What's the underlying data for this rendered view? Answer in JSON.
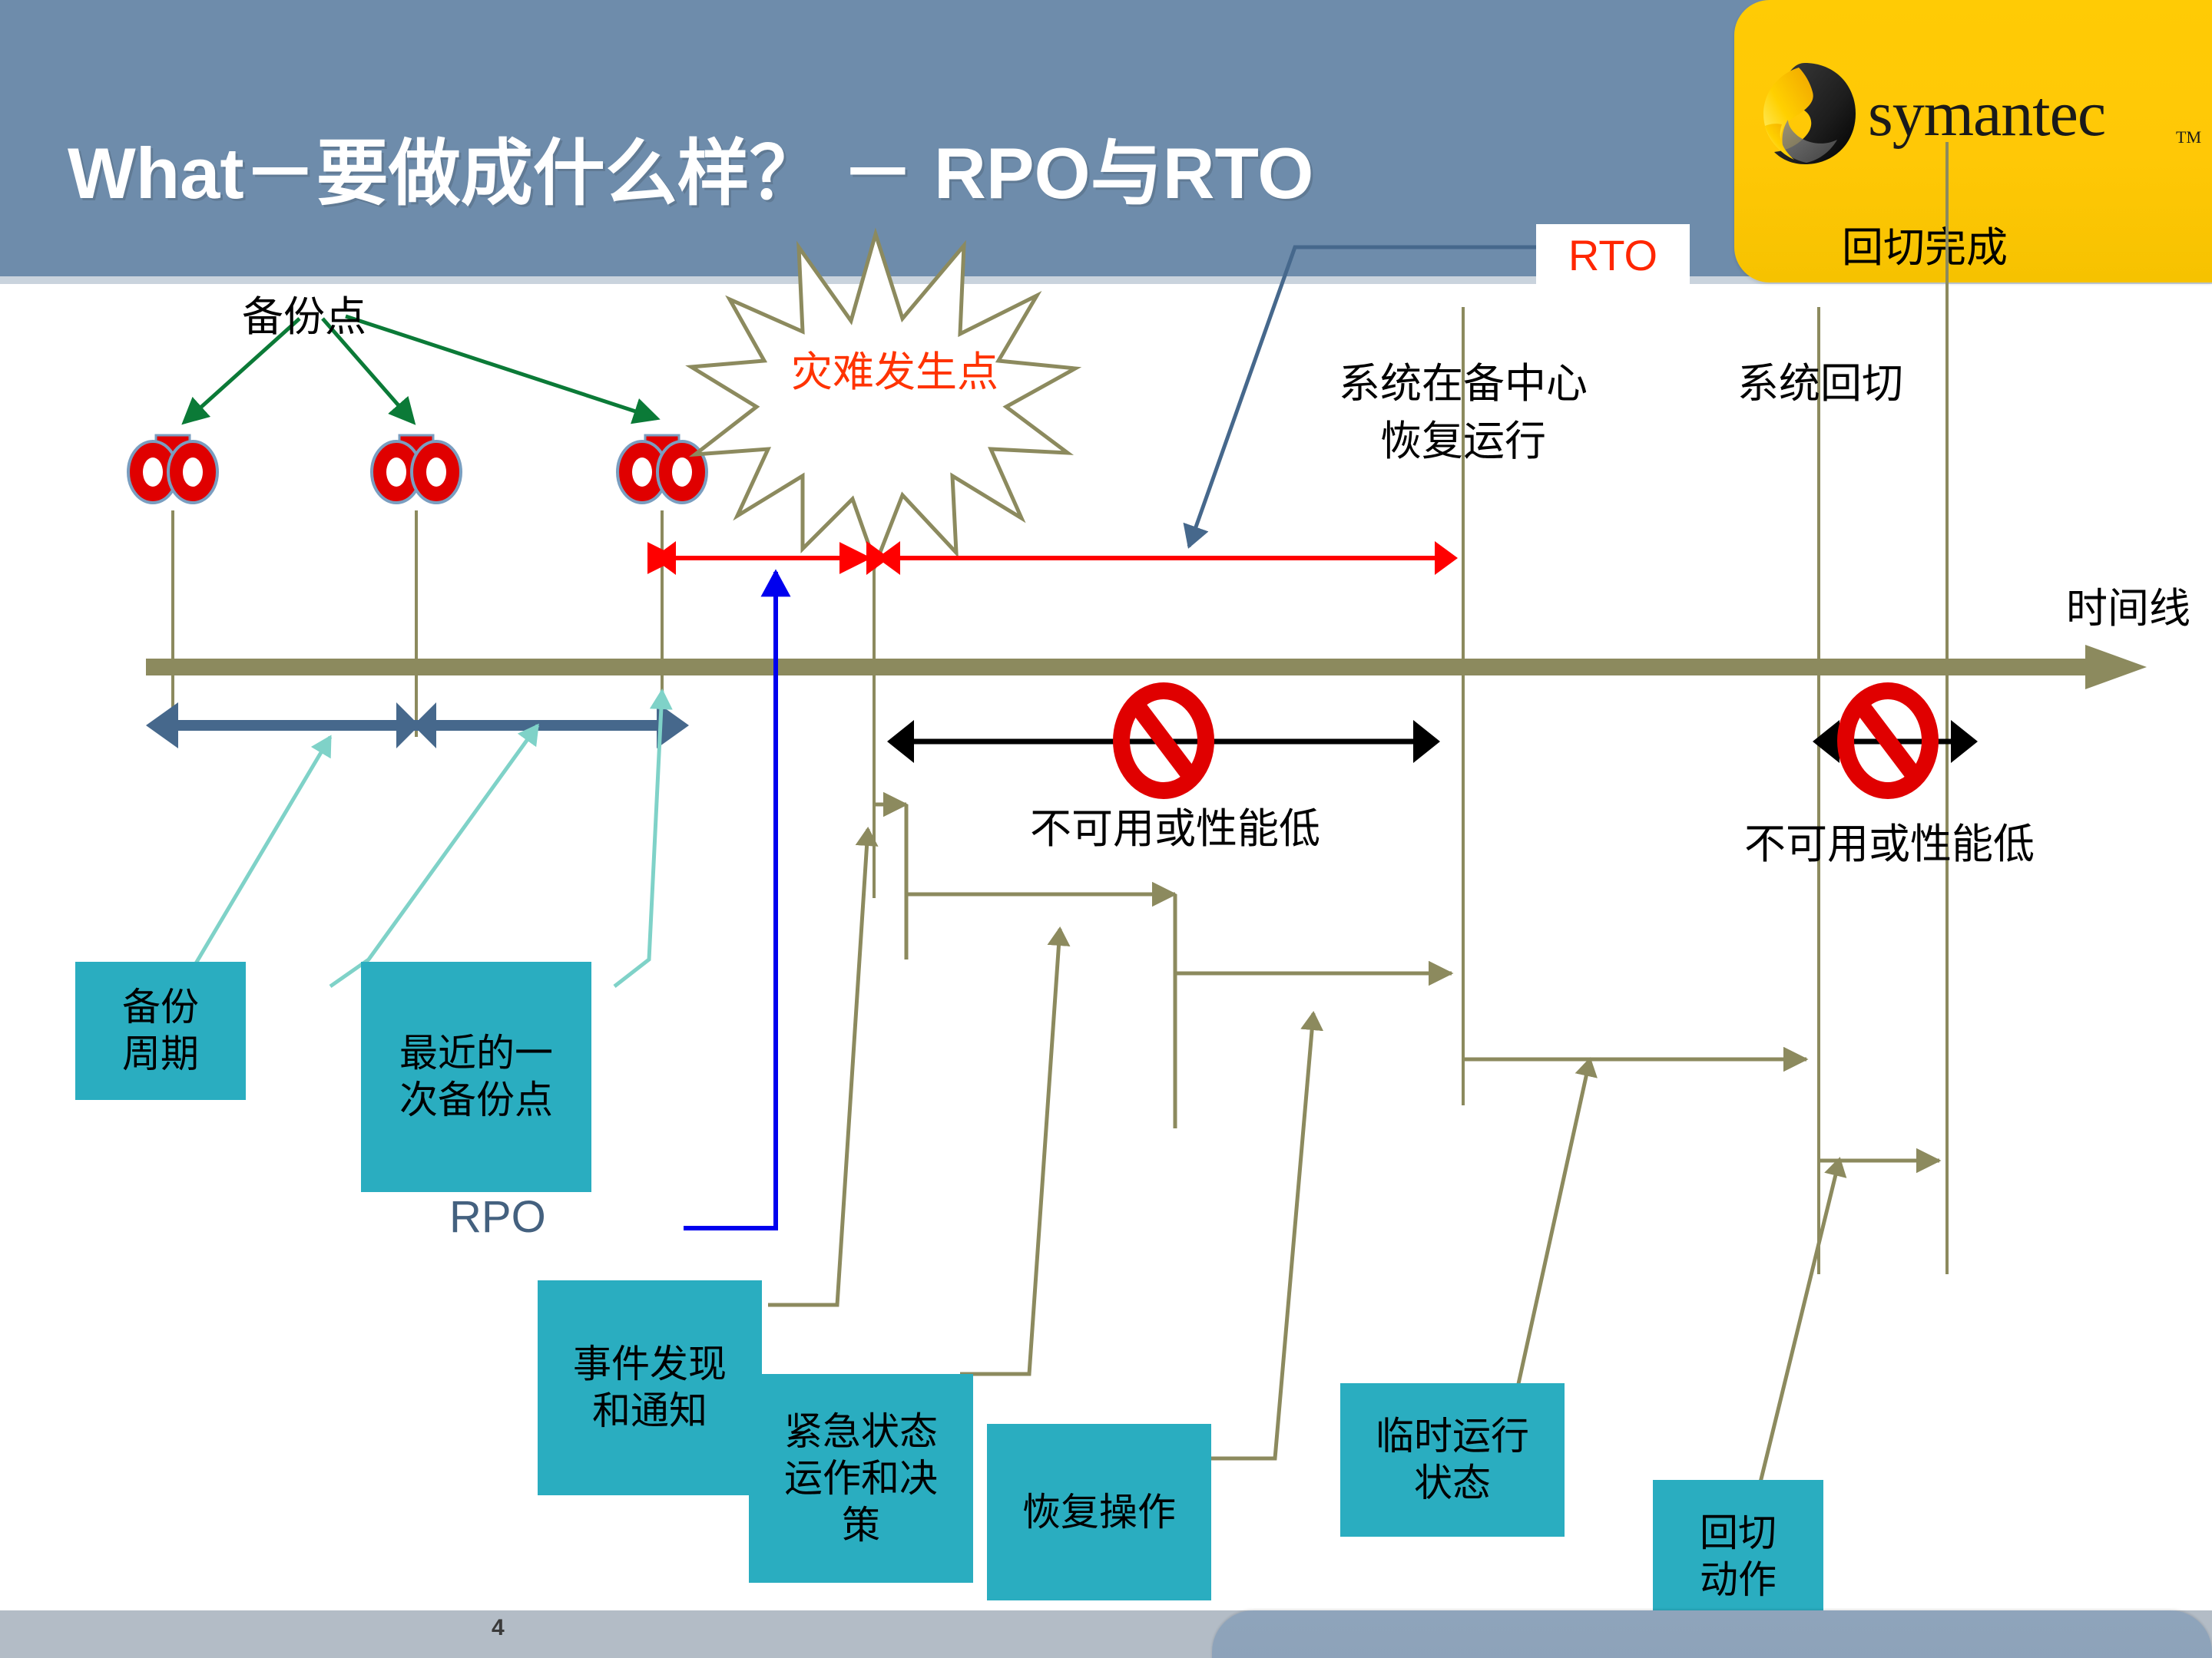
{
  "slide": {
    "title": "What－要做成什么样？ －  RPO与RTO",
    "page_number": "4"
  },
  "brand": {
    "name": "symantec",
    "tm": "TM",
    "caption": "回切完成",
    "plate_color": "#ffcb05",
    "header_color": "#6e8cab"
  },
  "labels": {
    "backup_points": "备份点",
    "disaster_point": "灾难发生点",
    "rto": "RTO",
    "rpo": "RPO",
    "system_recovered_at_dr": "系统在备中心\n恢复运行",
    "system_recovered_line1": "系统在备中心",
    "system_recovered_line2": "恢复运行",
    "system_failback": "系统回切",
    "timeline": "时间线",
    "unavailable_1": "不可用或性能低",
    "unavailable_2": "不可用或性能低"
  },
  "boxes": [
    {
      "id": "backup-cycle",
      "line1": "备份",
      "line2": "周期",
      "line3": ""
    },
    {
      "id": "latest-backup",
      "line1": "最近的一",
      "line2": "次备份点",
      "line3": ""
    },
    {
      "id": "event-detection",
      "line1": "事件发现",
      "line2": "和通知",
      "line3": ""
    },
    {
      "id": "emergency-ops",
      "line1": "紧急状态",
      "line2": "运作和决",
      "line3": "策"
    },
    {
      "id": "recovery-ops",
      "line1": "恢复操作",
      "line2": "",
      "line3": ""
    },
    {
      "id": "temporary-running",
      "line1": "临时运行",
      "line2": "状态",
      "line3": ""
    },
    {
      "id": "failback-action",
      "line1": "回切",
      "line2": "动作",
      "line3": ""
    }
  ],
  "colors": {
    "teal_box": "#2aadc0",
    "timeline_olive": "#8c8a5e",
    "rpo_red_arrow": "#ff0000",
    "rto_blue_arrow": "#46688c",
    "backup_green_arrow": "#0b7a37",
    "backup_cycle_arrow": "#4a6783",
    "aqua_leader": "#7fd2c8",
    "rpo_blue_leader": "#0000ee",
    "prohibit_red": "#e00000",
    "disaster_text": "#ff3300",
    "rto_text": "#ff2600",
    "rpo_text": "#44617f"
  },
  "icons": {
    "backup_reel": "tape-reel-icon",
    "prohibition": "prohibition-icon",
    "starburst": "starburst-icon"
  }
}
